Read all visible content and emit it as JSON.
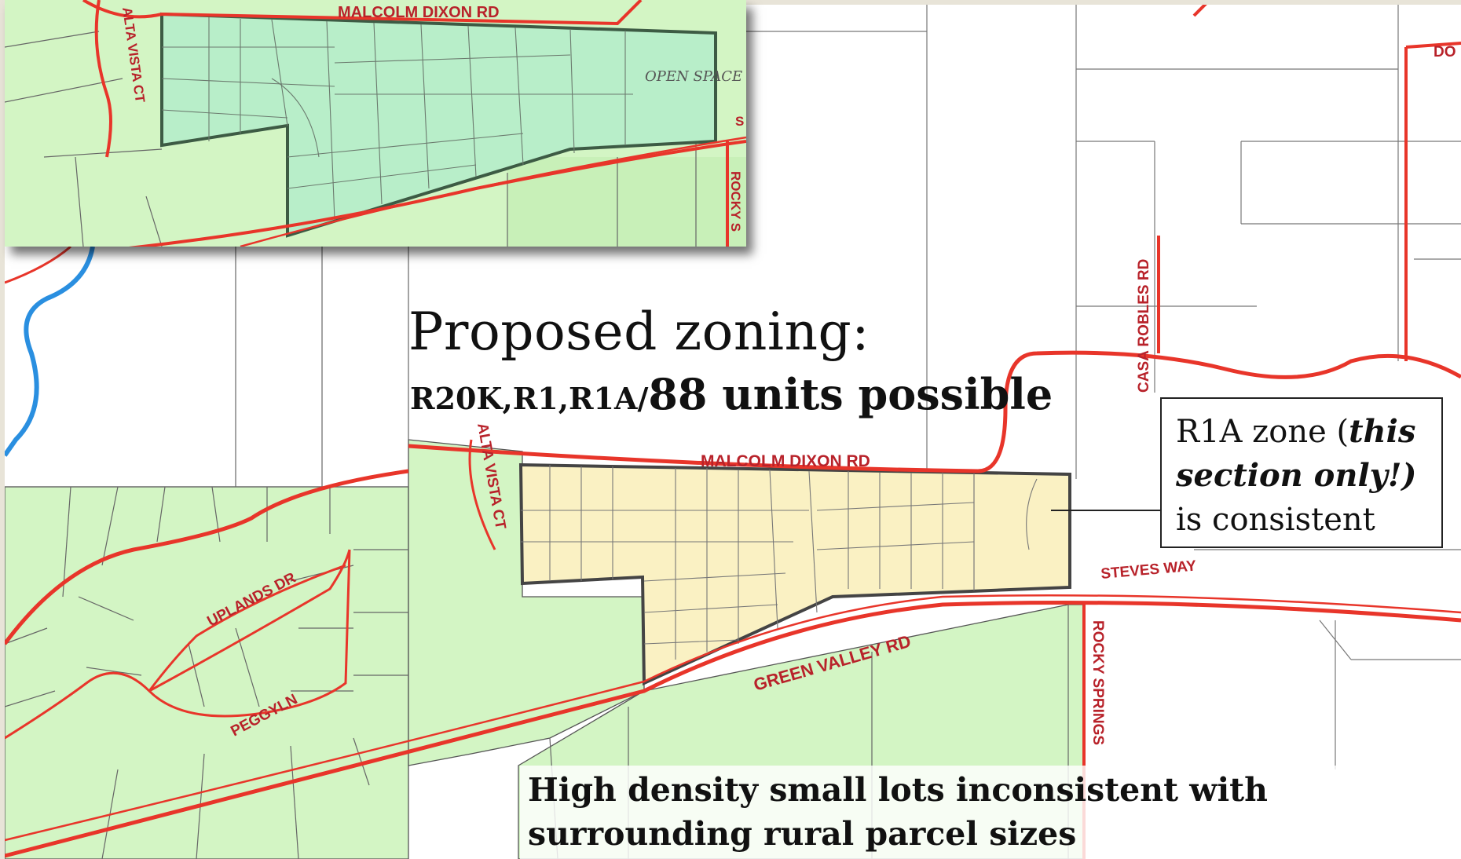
{
  "title": "Proposed zoning:",
  "subtitle": {
    "zones": "R20K,R1,R1A/",
    "units": "88 units possible"
  },
  "callout": {
    "line1_plain": "R1A zone (",
    "line1_emph": "this",
    "line2_emph": "section only!)",
    "line3": "is consistent"
  },
  "note": "High density small lots inconsistent with surrounding rural parcel sizes",
  "inset": {
    "road_label": "MALCOLM DIXON RD",
    "side_label": "ALTA VISTA CT",
    "open_space": "OPEN SPACE",
    "rocky_label": "ROCKY S",
    "s_label": "S"
  },
  "roads": {
    "malcolm_dixon": "MALCOLM DIXON RD",
    "alta_vista": "ALTA VISTA CT",
    "casa_robles": "CASA ROBLES RD",
    "steves_way": "STEVES WAY",
    "green_valley": "GREEN VALLEY RD",
    "uplands": "UPLANDS DR",
    "peggyln": "PEGGYLN",
    "rocky_springs": "ROCKY SPRINGS",
    "do_label": "DO"
  },
  "colors": {
    "parcel_green": "#d3f5c4",
    "proposed_yellow": "#faf1c3",
    "inset_green": "#b8eec9",
    "road_red": "#e8352a",
    "label_red": "#b8222a",
    "water_blue": "#2a8fe0"
  }
}
